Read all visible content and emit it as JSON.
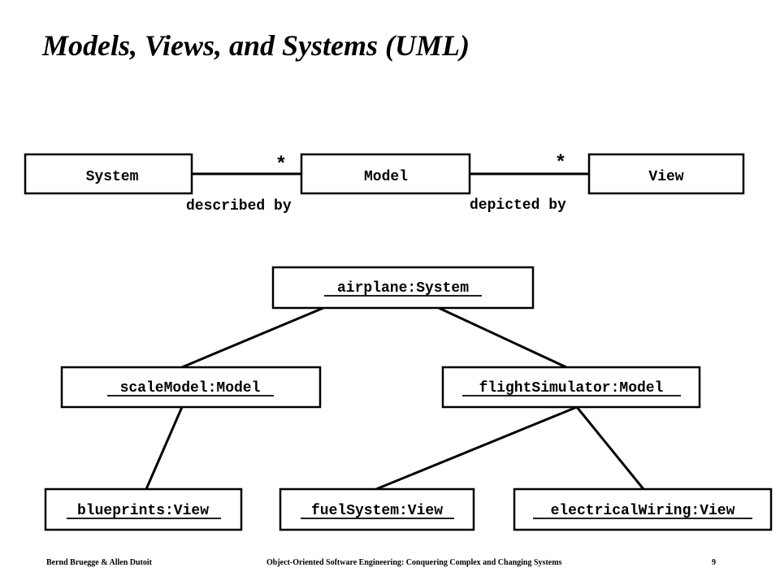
{
  "slide": {
    "title": "Models, Views, and Systems (UML)"
  },
  "class_diagram": {
    "classes": [
      "System",
      "Model",
      "View"
    ],
    "associations": [
      {
        "label": "described by",
        "multiplicity": "*"
      },
      {
        "label": "depicted by",
        "multiplicity": "*"
      }
    ]
  },
  "object_diagram": {
    "objects": [
      "airplane:System",
      "scaleModel:Model",
      "flightSimulator:Model",
      "blueprints:View",
      "fuelSystem:View",
      "electricalWiring:View"
    ]
  },
  "footer": {
    "authors": "Bernd Bruegge & Allen Dutoit",
    "book": "Object-Oriented Software Engineering: Conquering Complex and Changing Systems",
    "page": "9"
  }
}
